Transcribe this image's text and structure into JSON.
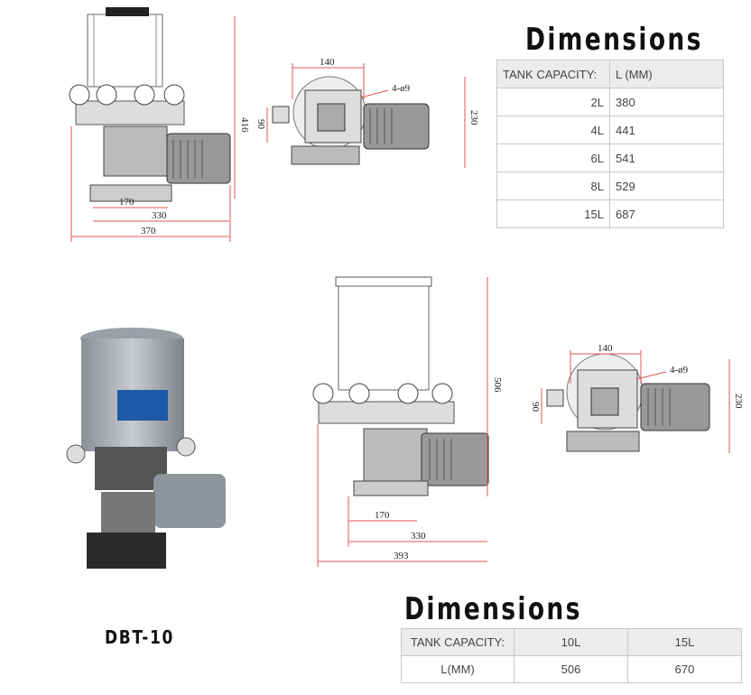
{
  "section1": {
    "title": "Dimensions",
    "table": {
      "header": [
        "TANK CAPACITY:",
        "L  (MM)"
      ],
      "rows": [
        [
          "2L",
          "380"
        ],
        [
          "4L",
          "441"
        ],
        [
          "6L",
          "541"
        ],
        [
          "8L",
          "529"
        ],
        [
          "15L",
          "687"
        ]
      ]
    },
    "front_view_dims": {
      "height": "416",
      "width_a": "170",
      "width_b": "330",
      "width_c": "370"
    },
    "top_view_dims": {
      "width": "140",
      "holes": "4-ø9",
      "depth_a": "90",
      "depth_b": "230"
    }
  },
  "section2": {
    "title": "Dimensions",
    "model_name": "DBT-10",
    "table": {
      "header": [
        "TANK CAPACITY:",
        "10L",
        "15L"
      ],
      "row": [
        "L(MM)",
        "506",
        "670"
      ]
    },
    "front_view_dims": {
      "height": "506",
      "width_a": "170",
      "width_b": "330",
      "width_c": "393"
    },
    "top_view_dims": {
      "width": "140",
      "holes": "4-ø9",
      "depth_a": "90",
      "depth_b": "230"
    }
  }
}
